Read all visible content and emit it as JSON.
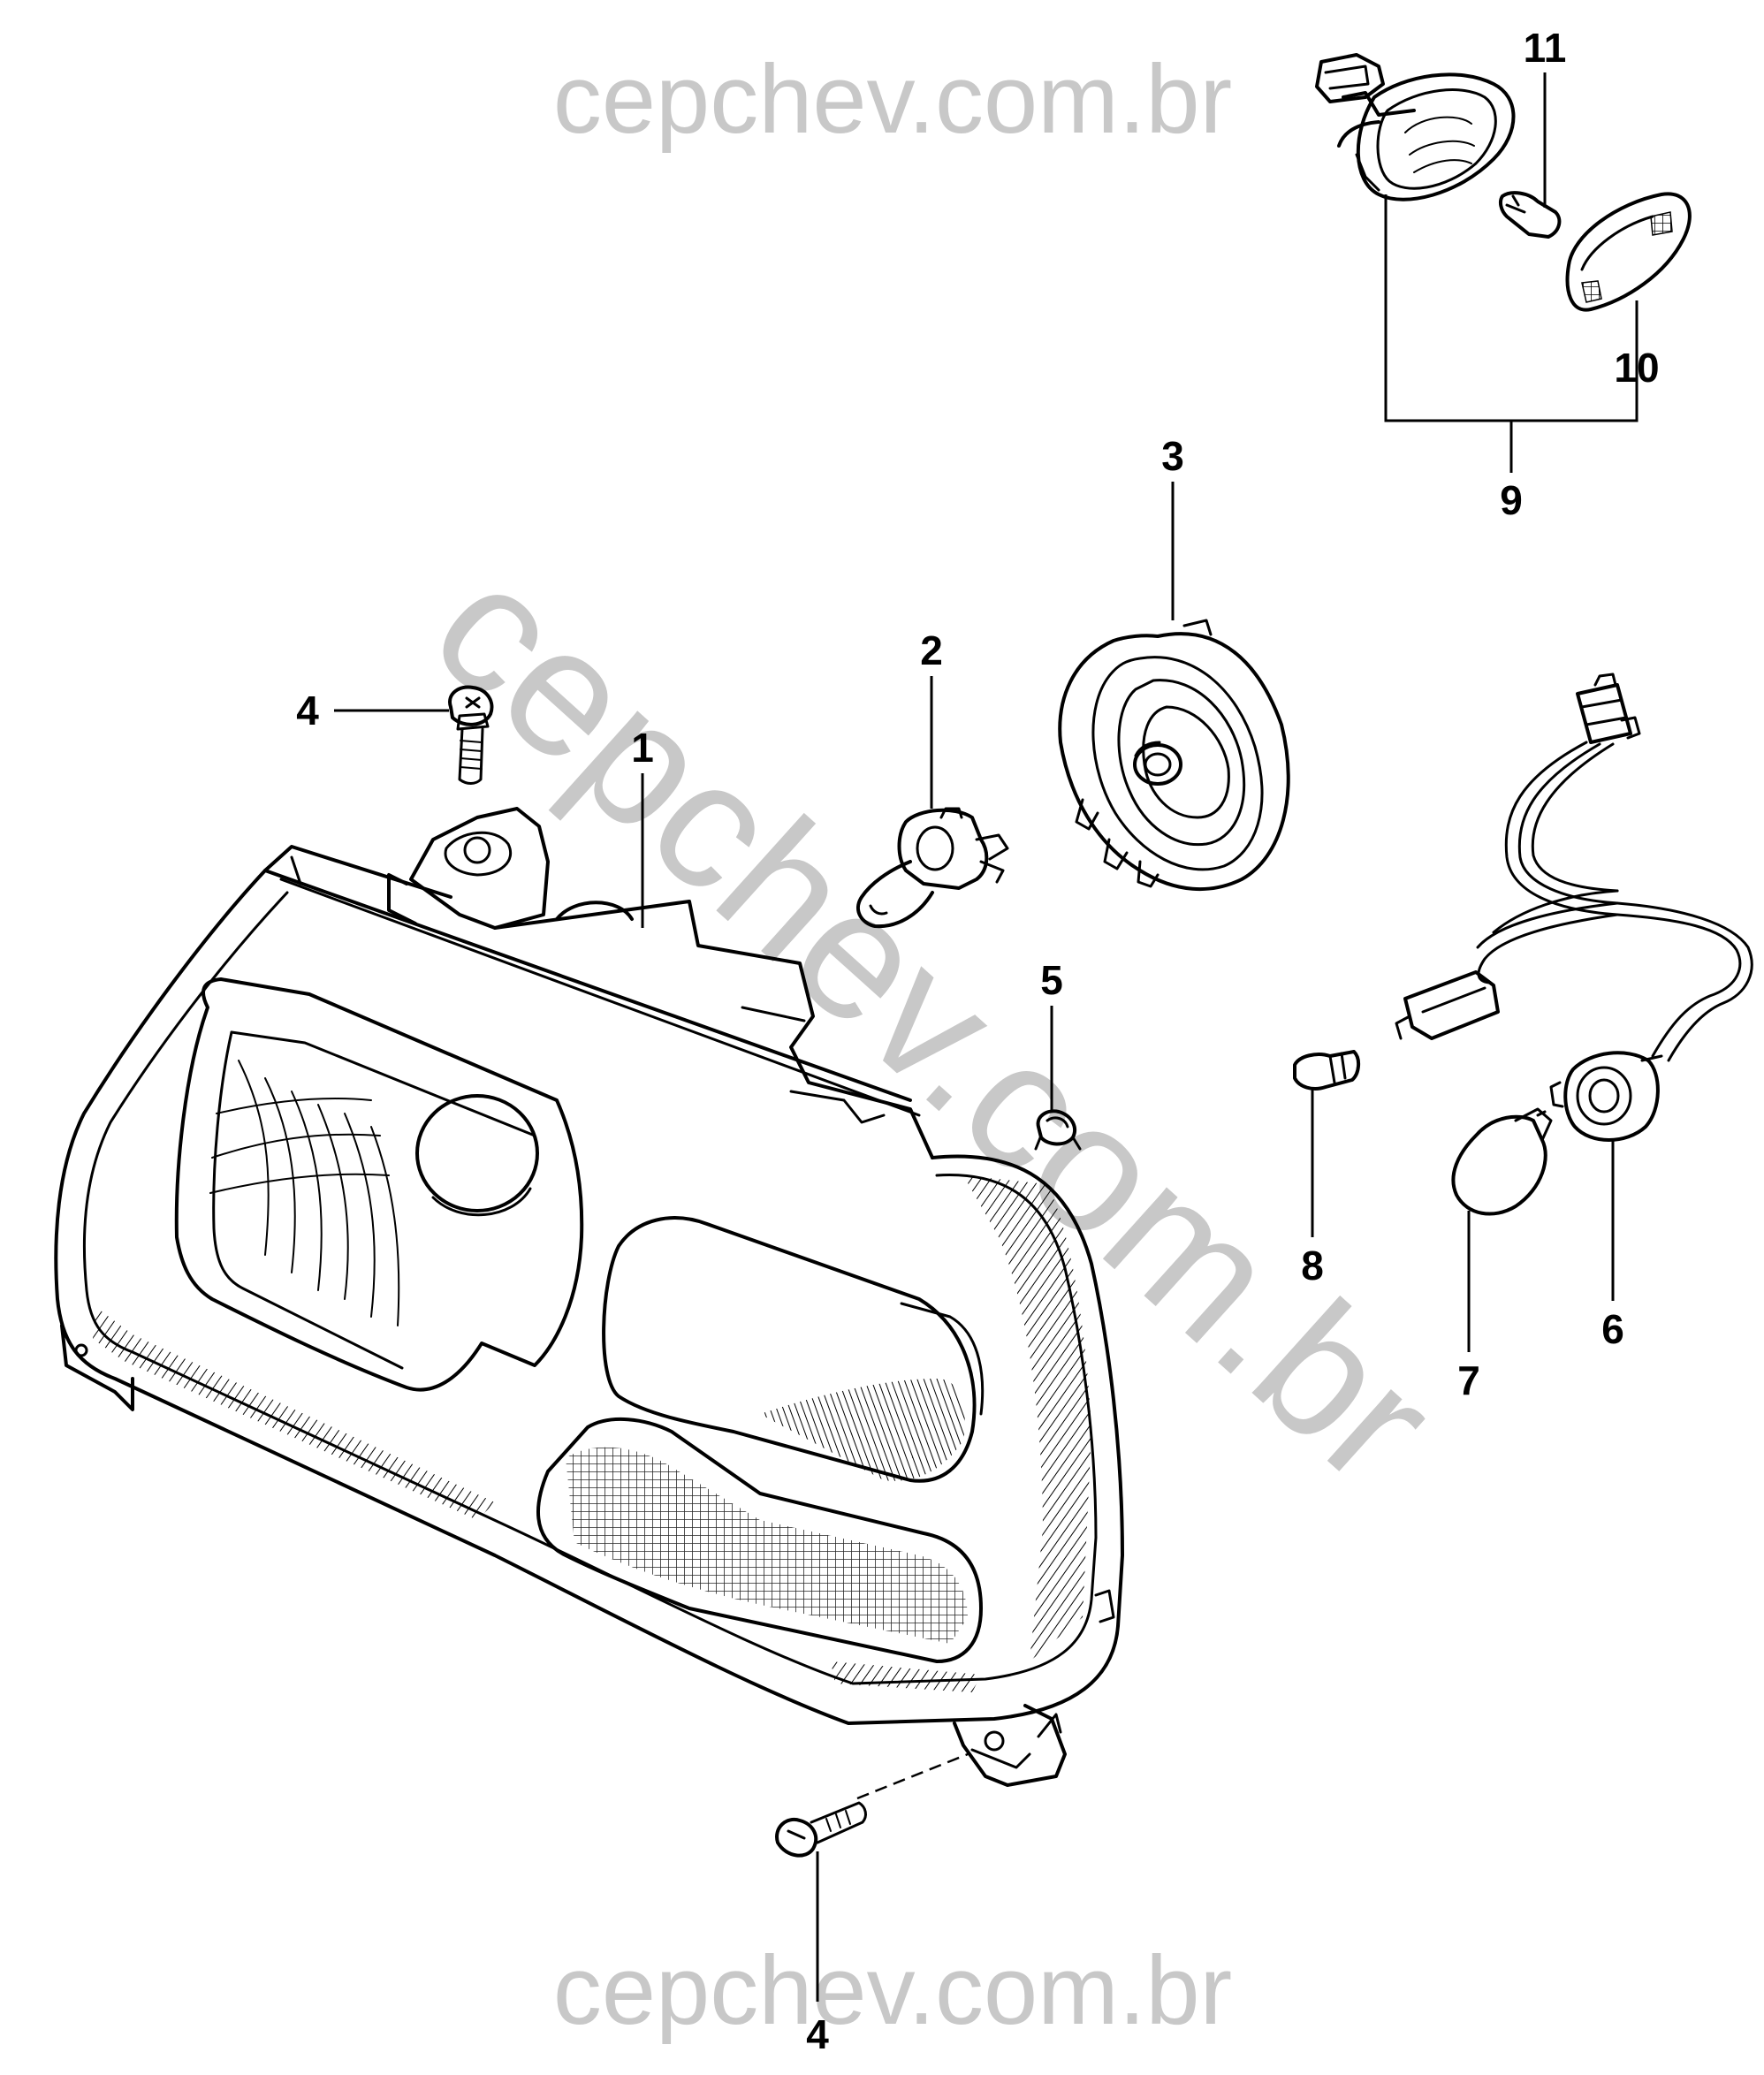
{
  "watermarks": {
    "top": "cepchev.com.br",
    "diagonal": "cepchev.com.br",
    "bottom": "cepchev.com.br"
  },
  "callouts": {
    "c1": "1",
    "c2": "2",
    "c3": "3",
    "c4_top": "4",
    "c4_bottom": "4",
    "c5": "5",
    "c6": "6",
    "c7": "7",
    "c8": "8",
    "c9": "9",
    "c10": "10",
    "c11": "11"
  },
  "colors": {
    "line": "#000000",
    "watermark": "#c8c8c8",
    "background": "#ffffff"
  }
}
